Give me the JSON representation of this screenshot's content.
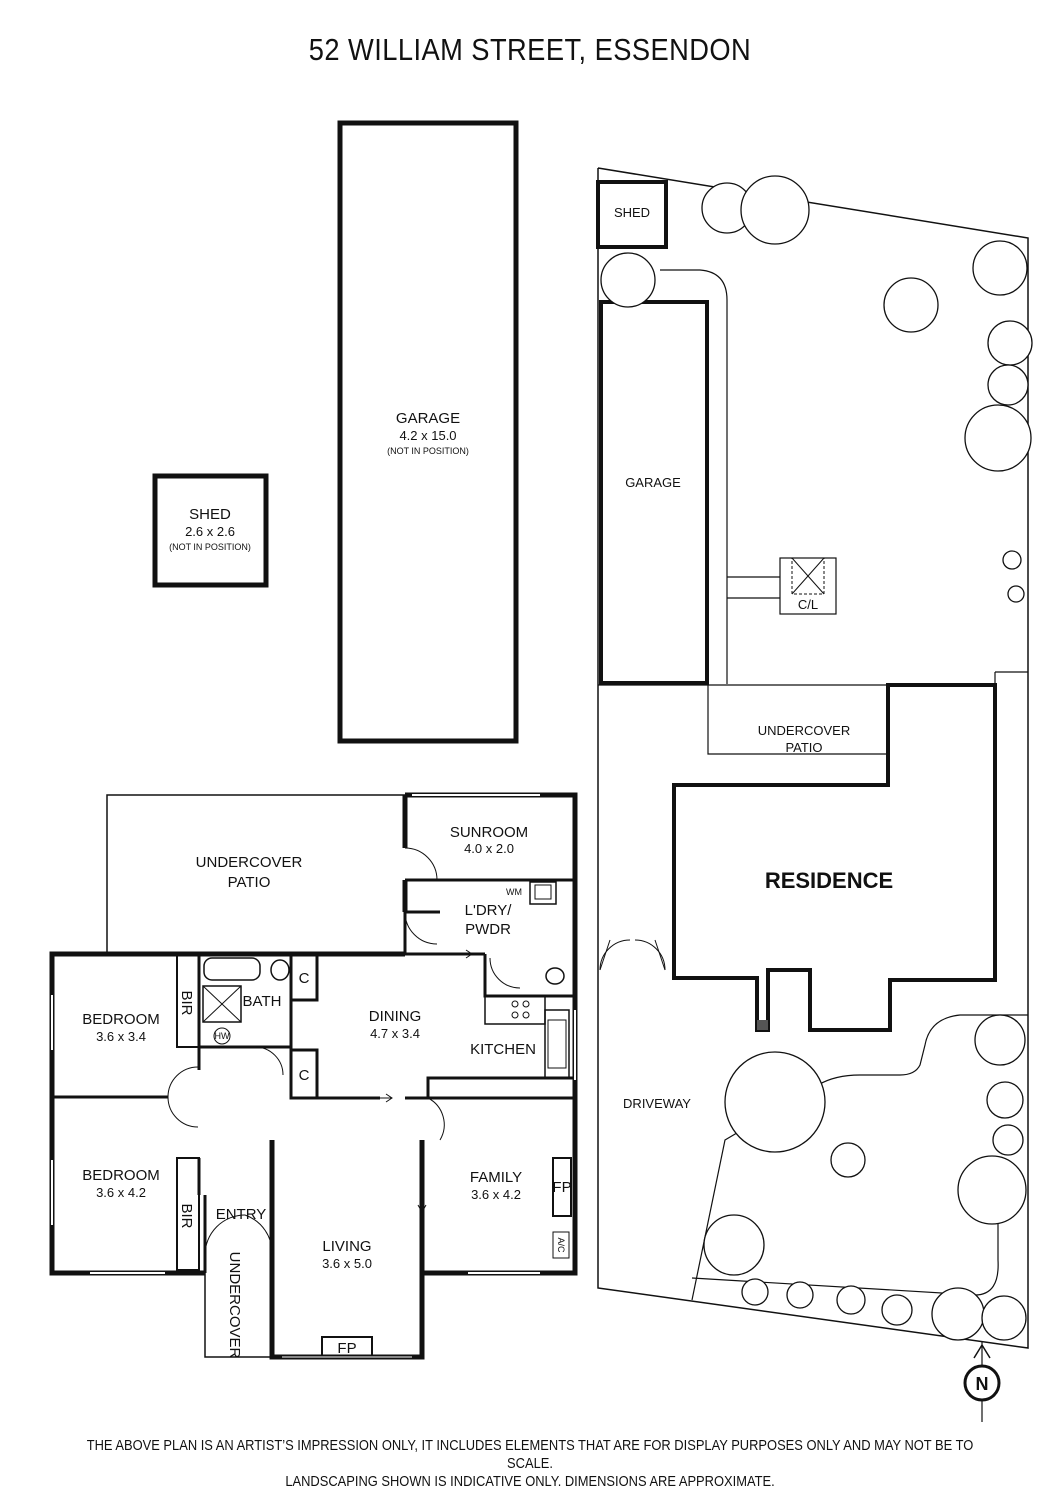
{
  "title": "52 WILLIAM STREET, ESSENDON",
  "disclaimer": {
    "line1": "THE ABOVE PLAN IS AN ARTIST’S IMPRESSION ONLY, IT INCLUDES ELEMENTS THAT ARE FOR DISPLAY PURPOSES ONLY AND MAY NOT BE TO SCALE.",
    "line2": "LANDSCAPING SHOWN IS INDICATIVE ONLY. DIMENSIONS ARE APPROXIMATE."
  },
  "outbuildings": {
    "shed": {
      "name": "SHED",
      "dims": "2.6 x 2.6",
      "note": "(NOT IN POSITION)"
    },
    "garage": {
      "name": "GARAGE",
      "dims": "4.2 x 15.0",
      "note": "(NOT IN POSITION)"
    }
  },
  "house": {
    "undercover_patio": {
      "line1": "UNDERCOVER",
      "line2": "PATIO"
    },
    "sunroom": {
      "name": "SUNROOM",
      "dims": "4.0 x 2.0"
    },
    "laundry": {
      "line1": "L'DRY/",
      "line2": "PWDR"
    },
    "wm": "WM",
    "bedroom1": {
      "name": "BEDROOM",
      "dims": "3.6 x 3.4"
    },
    "bedroom2": {
      "name": "BEDROOM",
      "dims": "3.6 x 4.2"
    },
    "bir": "BIR",
    "bath": "BATH",
    "hw": "HW",
    "cupboard": "C",
    "dining": {
      "name": "DINING",
      "dims": "4.7 x 3.4"
    },
    "kitchen": "KITCHEN",
    "family": {
      "name": "FAMILY",
      "dims": "3.6 x 4.2"
    },
    "fp": "FP",
    "ac": "A/C",
    "entry": "ENTRY",
    "undercover": "UNDERCOVER",
    "living": {
      "name": "LIVING",
      "dims": "3.6 x 5.0"
    }
  },
  "site": {
    "shed": "SHED",
    "garage": "GARAGE",
    "clothesline": "C/L",
    "undercover_patio": {
      "line1": "UNDERCOVER",
      "line2": "PATIO"
    },
    "residence": "RESIDENCE",
    "driveway": "DRIVEWAY",
    "north": "N"
  }
}
